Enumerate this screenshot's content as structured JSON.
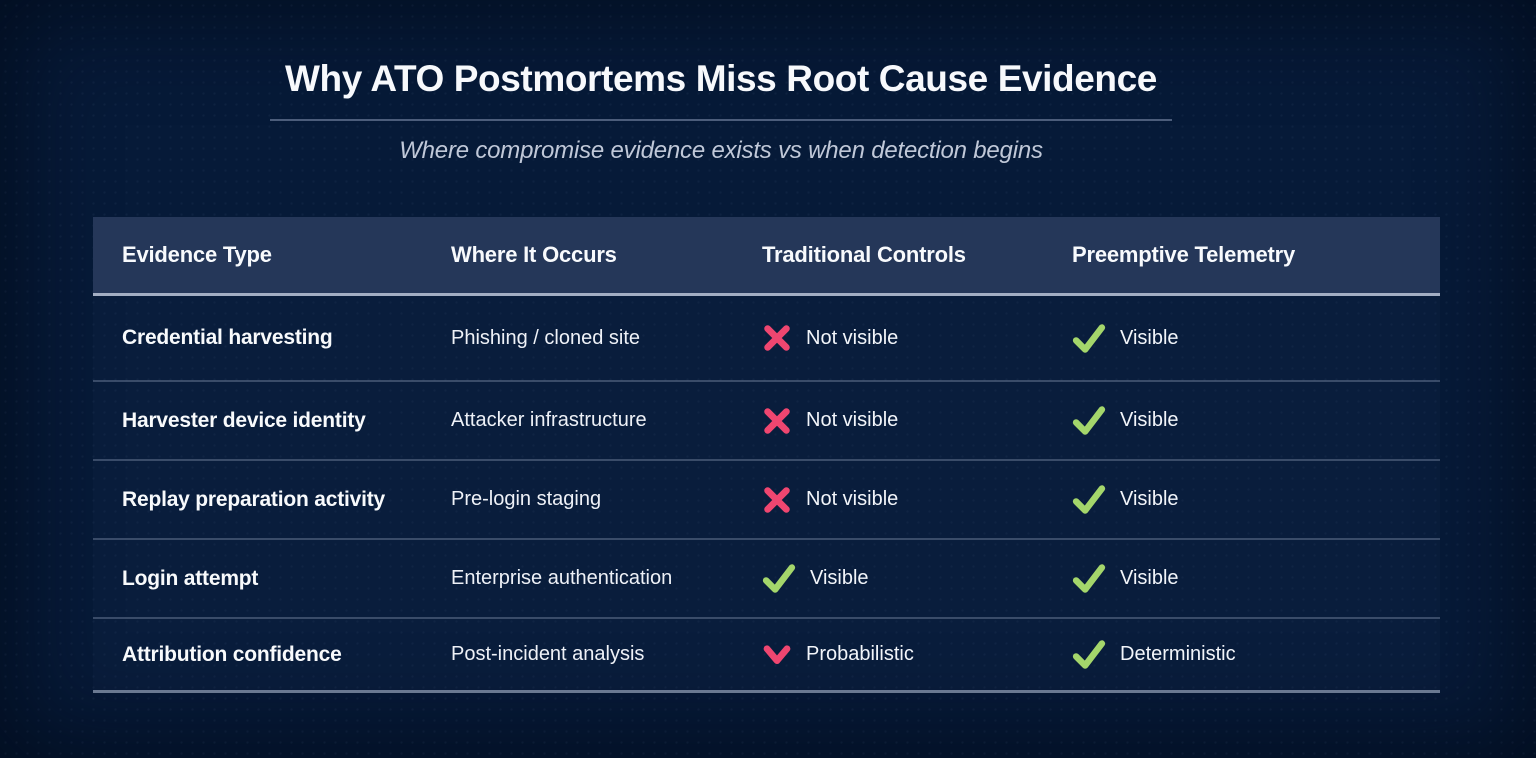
{
  "colors": {
    "background": "#061a38",
    "header_band": "#253759",
    "pink": "#ef4670",
    "green": "#a4d66b",
    "title_text": "#f7f9fc",
    "subtitle_text": "#c0c8d8"
  },
  "header": {
    "title": "Why ATO Postmortems Miss Root Cause Evidence",
    "subtitle": "Where compromise evidence exists vs when detection begins"
  },
  "chart_data": {
    "type": "table",
    "title": "Why ATO Postmortems Miss Root Cause Evidence",
    "subtitle": "Where compromise evidence exists vs when detection begins",
    "columns": [
      "Evidence Type",
      "Where It Occurs",
      "Traditional Controls",
      "Preemptive Telemetry"
    ],
    "rows": [
      {
        "evidence_type": "Credential harvesting",
        "where_it_occurs": "Phishing / cloned site",
        "traditional_controls": {
          "status": "negative",
          "icon": "x-icon",
          "label": "Not visible"
        },
        "preemptive_telemetry": {
          "status": "positive",
          "icon": "check-icon",
          "label": "Visible"
        }
      },
      {
        "evidence_type": "Harvester device identity",
        "where_it_occurs": "Attacker infrastructure",
        "traditional_controls": {
          "status": "negative",
          "icon": "x-icon",
          "label": "Not visible"
        },
        "preemptive_telemetry": {
          "status": "positive",
          "icon": "check-icon",
          "label": "Visible"
        }
      },
      {
        "evidence_type": "Replay preparation activity",
        "where_it_occurs": "Pre-login staging",
        "traditional_controls": {
          "status": "negative",
          "icon": "x-icon",
          "label": "Not visible"
        },
        "preemptive_telemetry": {
          "status": "positive",
          "icon": "check-icon",
          "label": "Visible"
        }
      },
      {
        "evidence_type": "Login attempt",
        "where_it_occurs": "Enterprise authentication",
        "traditional_controls": {
          "status": "positive",
          "icon": "check-icon",
          "label": "Visible"
        },
        "preemptive_telemetry": {
          "status": "positive",
          "icon": "check-icon",
          "label": "Visible"
        }
      },
      {
        "evidence_type": "Attribution confidence",
        "where_it_occurs": "Post-incident analysis",
        "traditional_controls": {
          "status": "partial",
          "icon": "chevron-down-icon",
          "label": "Probabilistic"
        },
        "preemptive_telemetry": {
          "status": "positive",
          "icon": "check-icon",
          "label": "Deterministic"
        }
      }
    ]
  }
}
